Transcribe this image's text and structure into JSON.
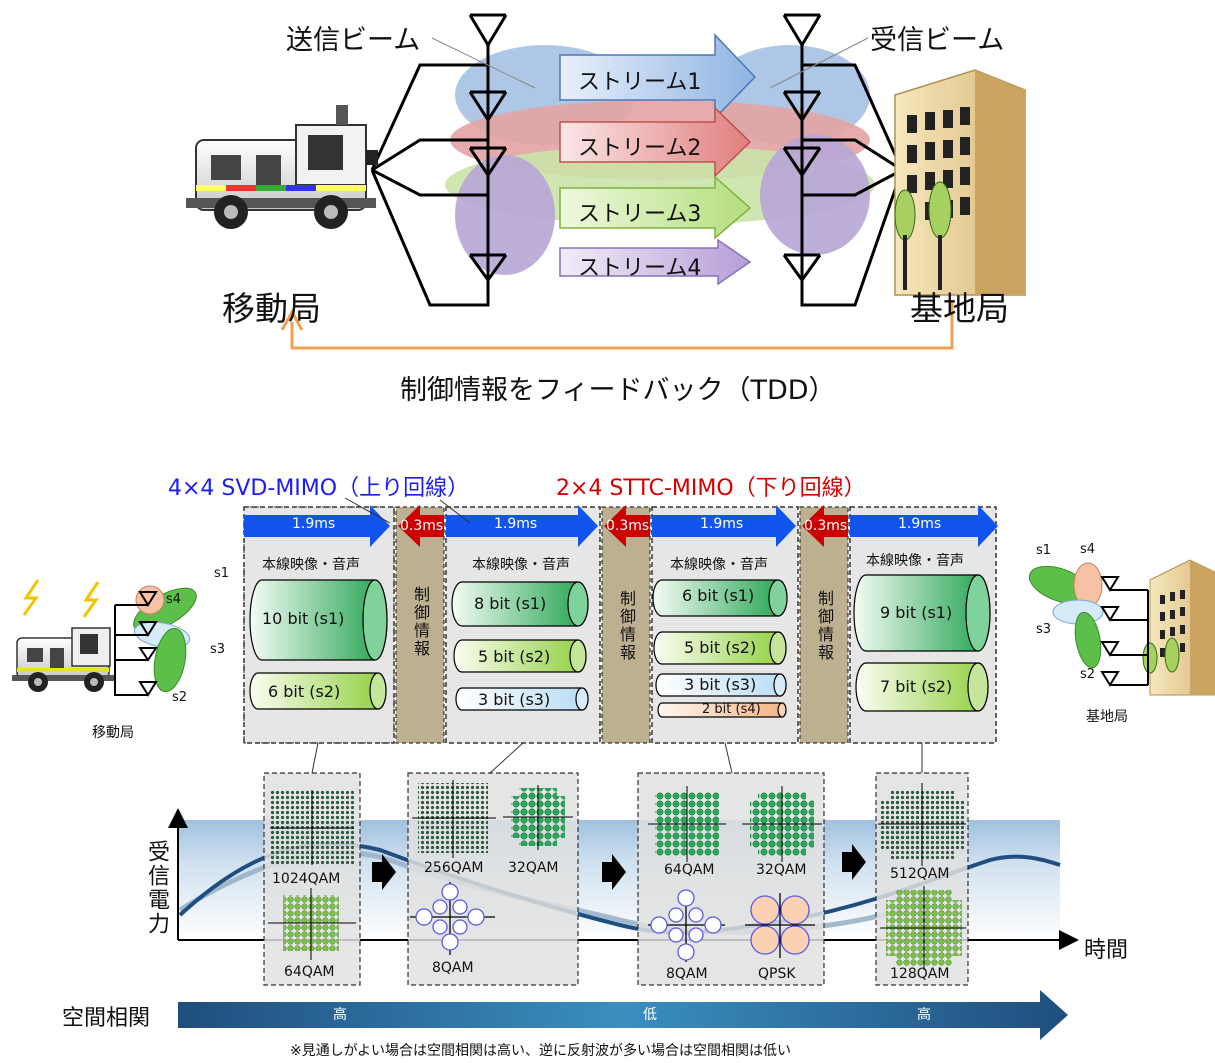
{
  "top": {
    "tx_beam_label": "送信ビーム",
    "rx_beam_label": "受信ビーム",
    "streams": [
      "ストリーム1",
      "ストリーム2",
      "ストリーム3",
      "ストリーム4"
    ],
    "mobile_station": "移動局",
    "base_station": "基地局",
    "feedback": "制御情報をフィードバック（TDD）"
  },
  "bottom": {
    "uplink_title": "4×4 SVD-MIMO（上り回線）",
    "downlink_title": "2×4 STTC-MIMO（下り回線）",
    "slot_duration": "1.9ms",
    "gap_duration": "0.3ms",
    "slot_heading": "本線映像・音声",
    "control_info": "制御情報",
    "slots": [
      {
        "streams": [
          "10 bit (s1)",
          "6 bit (s2)"
        ],
        "modulations": [
          "1024QAM",
          "64QAM"
        ]
      },
      {
        "streams": [
          "8 bit (s1)",
          "5 bit (s2)",
          "3 bit (s3)"
        ],
        "modulations": [
          "256QAM",
          "32QAM",
          "8QAM"
        ]
      },
      {
        "streams": [
          "6 bit (s1)",
          "5 bit (s2)",
          "3 bit (s3)",
          "2 bit (s4)"
        ],
        "modulations": [
          "64QAM",
          "32QAM",
          "8QAM",
          "QPSK"
        ]
      },
      {
        "streams": [
          "9 bit (s1)",
          "7 bit (s2)"
        ],
        "modulations": [
          "512QAM",
          "128QAM"
        ]
      }
    ],
    "mobile_station": "移動局",
    "base_station": "基地局",
    "stream_tags": [
      "s1",
      "s2",
      "s3",
      "s4"
    ],
    "y_axis": "受信電力",
    "x_axis": "時間",
    "spatial_corr_label": "空間相関",
    "spatial_corr_levels": [
      "高",
      "低",
      "高"
    ],
    "footnote": "※見通しがよい場合は空間相関は高い、逆に反射波が多い場合は空間相関は低い"
  },
  "colors": {
    "stream1": "#a9c4e6",
    "stream2": "#e8a0a0",
    "stream3": "#c8e6a0",
    "stream4": "#c8b4e0",
    "blue_arrow": "#1155ee",
    "red_arrow": "#cc0000",
    "feedback_arrow": "#f0a050",
    "control_bar": "#bdb090",
    "dark_green": "#1a9a4a"
  }
}
